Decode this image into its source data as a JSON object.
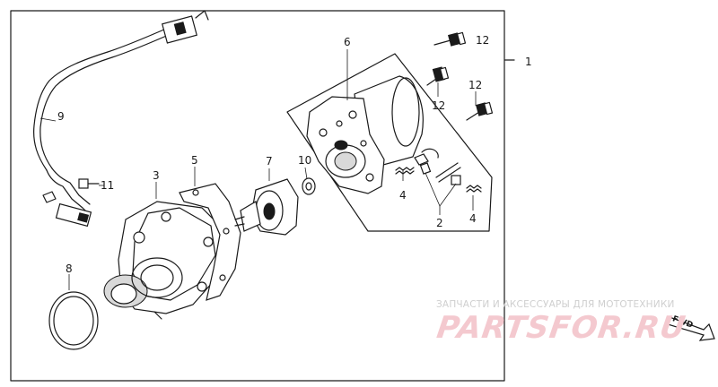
{
  "parts": {
    "p1": "1",
    "p2": "2",
    "p3": "3",
    "p4a": "4",
    "p4b": "4",
    "p5": "5",
    "p6": "6",
    "p7": "7",
    "p8": "8",
    "p9": "9",
    "p10": "10",
    "p11": "11",
    "p12a": "12",
    "p12b": "12",
    "p12c": "12"
  },
  "direction_marker": "FWD",
  "watermark": {
    "caption": "ЗАПЧАСТИ И АКСЕССУАРЫ ДЛЯ МОТОТЕХНИКИ",
    "logo": "PARTSFOR.RU"
  }
}
